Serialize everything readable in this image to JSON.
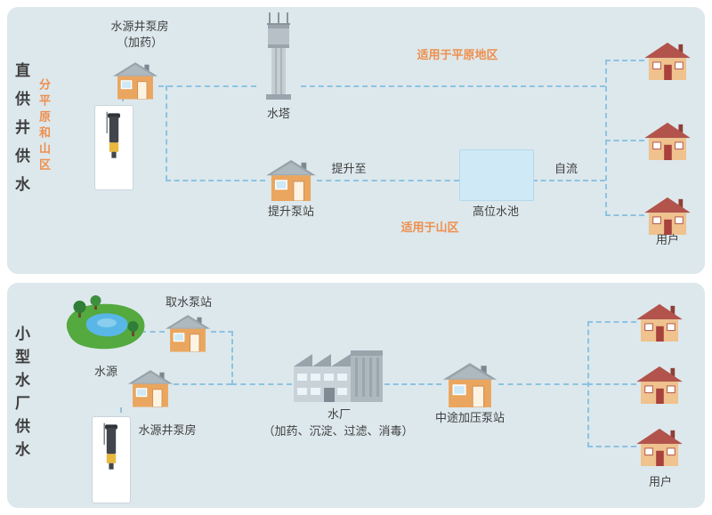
{
  "colors": {
    "panel_bg": "#dde8ec",
    "pipe_dashed": "#8cc3e2",
    "accent_orange": "#ee8f4d",
    "text_dark": "#3f3f3f",
    "pool_fill": "#cfe9f7",
    "station_house_body": "#eaa65f",
    "user_house_roof": "#b2544c"
  },
  "icons": {
    "station_house": "orange pump-house with gray roof",
    "user_house": "red-roof user house",
    "water_tower": "gray water tower",
    "well_pump": "submersible pump in white well casing",
    "pond": "green water-source pond with trees",
    "factory": "gray water-plant building",
    "pool": "light-blue elevated pool rectangle"
  },
  "top_panel": {
    "heading": "直供井供水",
    "subheading": "分平原和山区",
    "source_house_label_1": "水源井泵房",
    "source_house_label_2": "（加药）",
    "tower_label": "水塔",
    "plain_note": "适用于平原地区",
    "lift_station_label": "提升泵站",
    "lift_to_label": "提升至",
    "pool_label": "高位水池",
    "gravity_label": "自流",
    "mountain_note": "适用于山区",
    "users_label": "用户"
  },
  "bottom_panel": {
    "heading": "小型水厂供水",
    "intake_label": "取水泵站",
    "source_label": "水源",
    "well_house_label": "水源井泵房",
    "plant_label": "水厂",
    "plant_sublabel": "（加药、沉淀、过滤、消毒）",
    "booster_label": "中途加压泵站",
    "users_label": "用户"
  }
}
